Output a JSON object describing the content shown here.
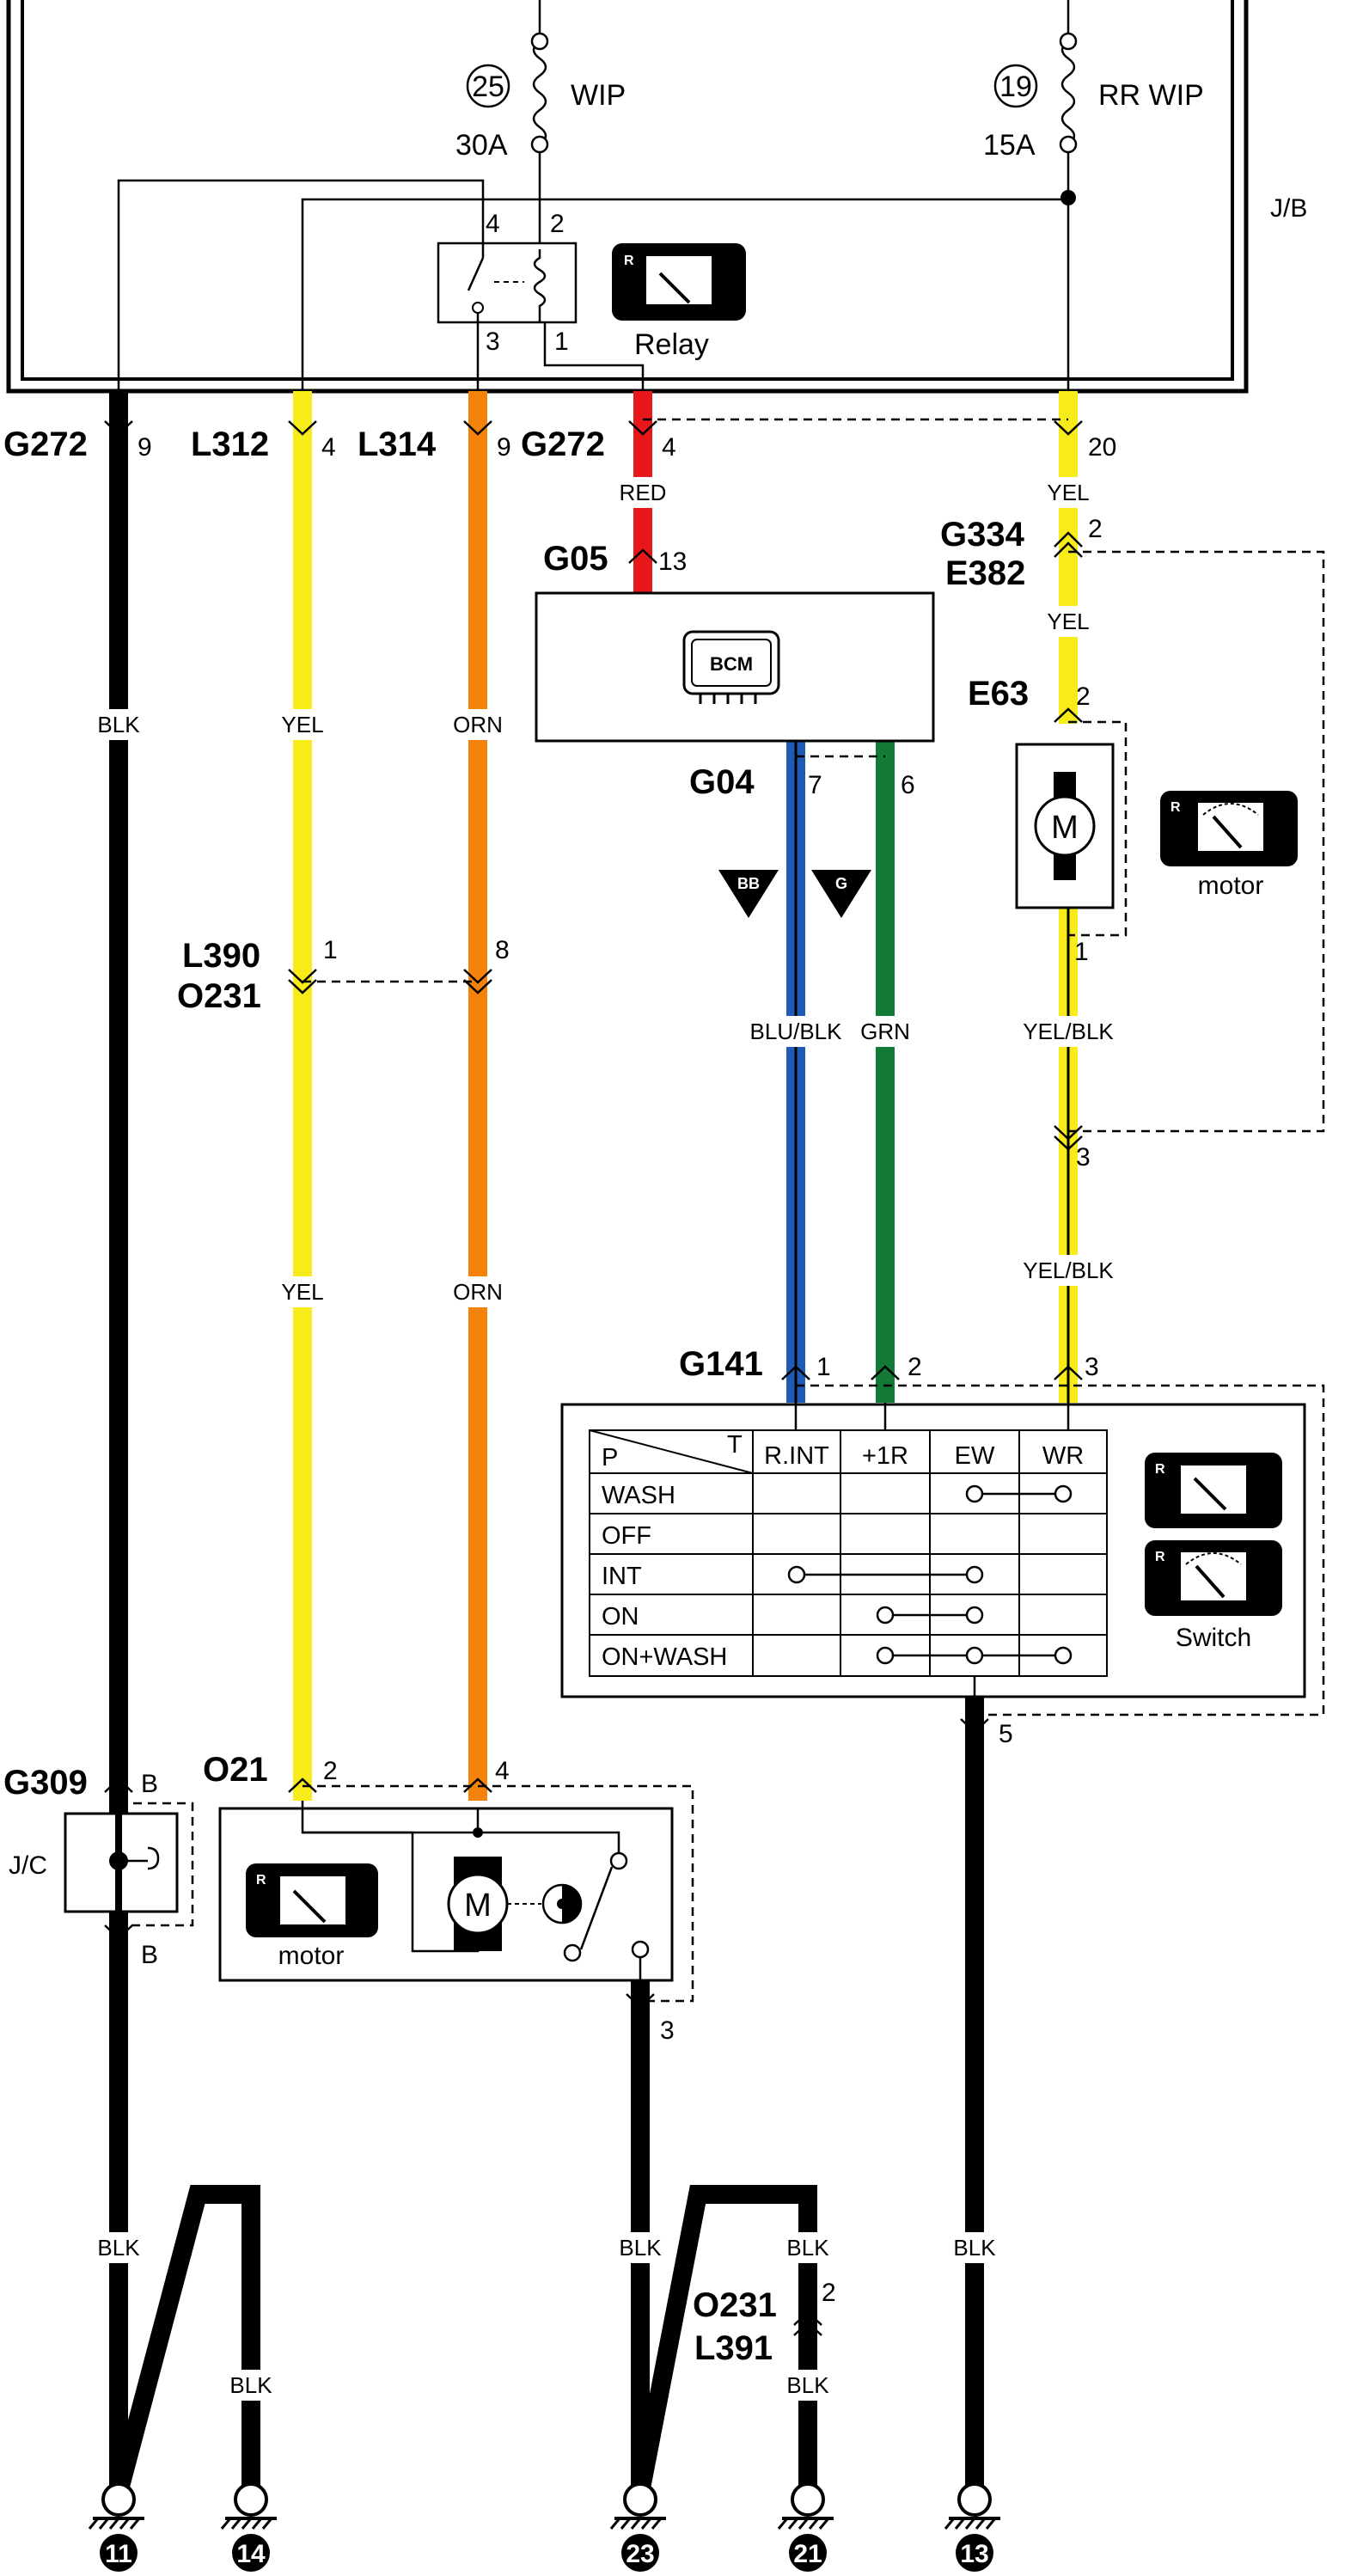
{
  "colors": {
    "black": "#000000",
    "yellow": "#f7ec19",
    "orange": "#f5820a",
    "red": "#e8171a",
    "blue": "#1f5bb5",
    "green": "#127a34"
  },
  "fuses": [
    {
      "num": "25",
      "name": "WIP",
      "rating": "30A"
    },
    {
      "num": "19",
      "name": "RR WIP",
      "rating": "15A"
    }
  ],
  "junction_block": {
    "label": "J/B"
  },
  "relay": {
    "label": "Relay",
    "pins": [
      "4",
      "2",
      "3",
      "1"
    ],
    "badge": "R"
  },
  "connectors": {
    "g272_left": {
      "name": "G272",
      "pin": "9"
    },
    "l312": {
      "name": "L312",
      "pin": "4"
    },
    "l314": {
      "name": "L314",
      "pin": "9"
    },
    "g272_right": {
      "name": "G272",
      "pin": "4"
    },
    "jb_pin20": {
      "pin": "20"
    },
    "g334": {
      "name": "G334",
      "pin": "2"
    },
    "e382": {
      "name": "E382"
    },
    "g05": {
      "name": "G05",
      "pin": "13"
    },
    "g04": {
      "name": "G04",
      "pin_a": "7",
      "pin_b": "6"
    },
    "e63": {
      "name": "E63",
      "pin_top": "2",
      "pin_bottom": "1"
    },
    "l390": {
      "name": "L390",
      "pin_a": "1",
      "pin_b": "8"
    },
    "o231": {
      "name": "O231"
    },
    "pin3_mid": {
      "pin": "3"
    },
    "g141": {
      "name": "G141",
      "pins": [
        "1",
        "2",
        "3"
      ]
    },
    "switch_pin5": {
      "pin": "5"
    },
    "g309": {
      "name": "G309",
      "pin": "B",
      "pin_bottom": "B"
    },
    "jc": {
      "label": "J/C"
    },
    "o21": {
      "name": "O21",
      "pin_a": "2",
      "pin_b": "4",
      "pin_c": "3"
    },
    "o231_bottom": {
      "name": "O231",
      "pin": "2"
    },
    "l391": {
      "name": "L391"
    }
  },
  "wire_labels": {
    "blk": "BLK",
    "yel": "YEL",
    "orn": "ORN",
    "red": "RED",
    "blu_blk": "BLU/BLK",
    "grn": "GRN",
    "yel_blk": "YEL/BLK"
  },
  "bcm": {
    "label": "BCM"
  },
  "badges": {
    "bb": "BB",
    "g": "G",
    "r": "R",
    "motor_symbol": "M"
  },
  "rear_motor": {
    "caption": "motor"
  },
  "front_motor": {
    "caption": "motor"
  },
  "switch_box": {
    "caption": "Switch",
    "table": {
      "corner_p": "P",
      "corner_t": "T",
      "columns": [
        "R.INT",
        "+1R",
        "EW",
        "WR"
      ],
      "rows": [
        "WASH",
        "OFF",
        "INT",
        "ON",
        "ON+WASH"
      ]
    }
  },
  "grounds": [
    "11",
    "14",
    "23",
    "21",
    "13"
  ]
}
